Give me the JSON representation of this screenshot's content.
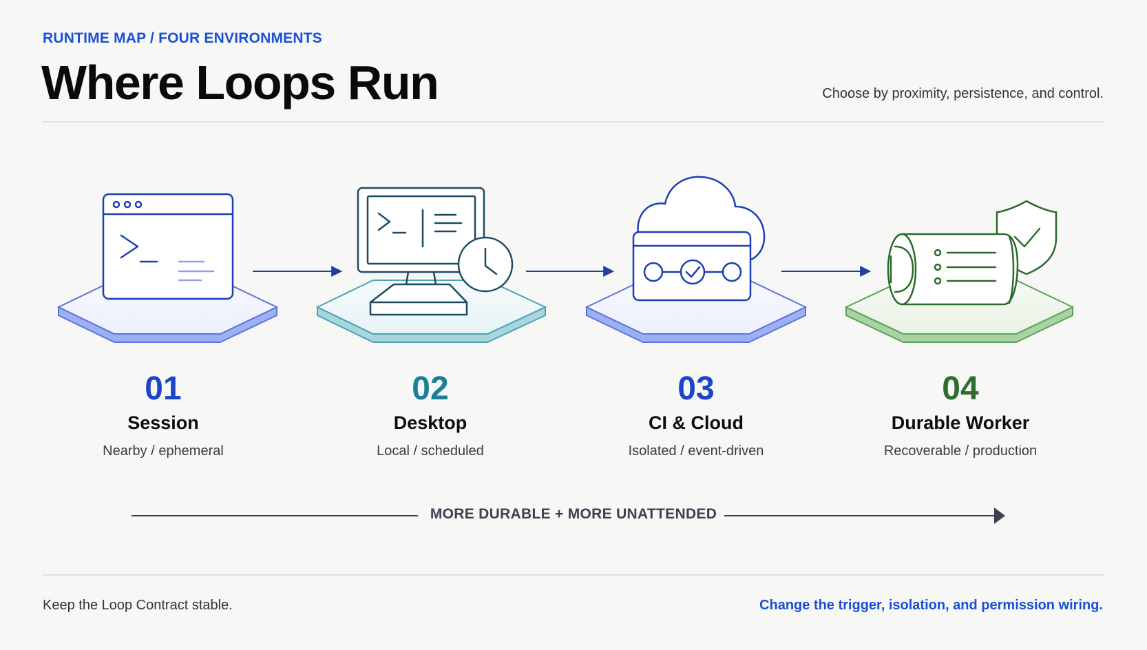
{
  "header": {
    "eyebrow": "RUNTIME MAP / FOUR ENVIRONMENTS",
    "title": "Where Loops Run",
    "subtitle": "Choose by proximity, persistence, and control."
  },
  "steps": [
    {
      "num": "01",
      "name": "Session",
      "desc": "Nearby / ephemeral",
      "color": "#1c46c8",
      "icon": "terminal-window-icon"
    },
    {
      "num": "02",
      "name": "Desktop",
      "desc": "Local / scheduled",
      "color": "#1a7f98",
      "icon": "desktop-clock-icon"
    },
    {
      "num": "03",
      "name": "CI & Cloud",
      "desc": "Isolated / event-driven",
      "color": "#1c46c8",
      "icon": "cloud-pipeline-icon"
    },
    {
      "num": "04",
      "name": "Durable Worker",
      "desc": "Recoverable / production",
      "color": "#2d6e2d",
      "icon": "shield-storage-icon"
    }
  ],
  "axis": {
    "label": "MORE DURABLE + MORE UNATTENDED"
  },
  "footer": {
    "left": "Keep the Loop Contract stable.",
    "right": "Change the trigger, isolation, and permission wiring."
  }
}
